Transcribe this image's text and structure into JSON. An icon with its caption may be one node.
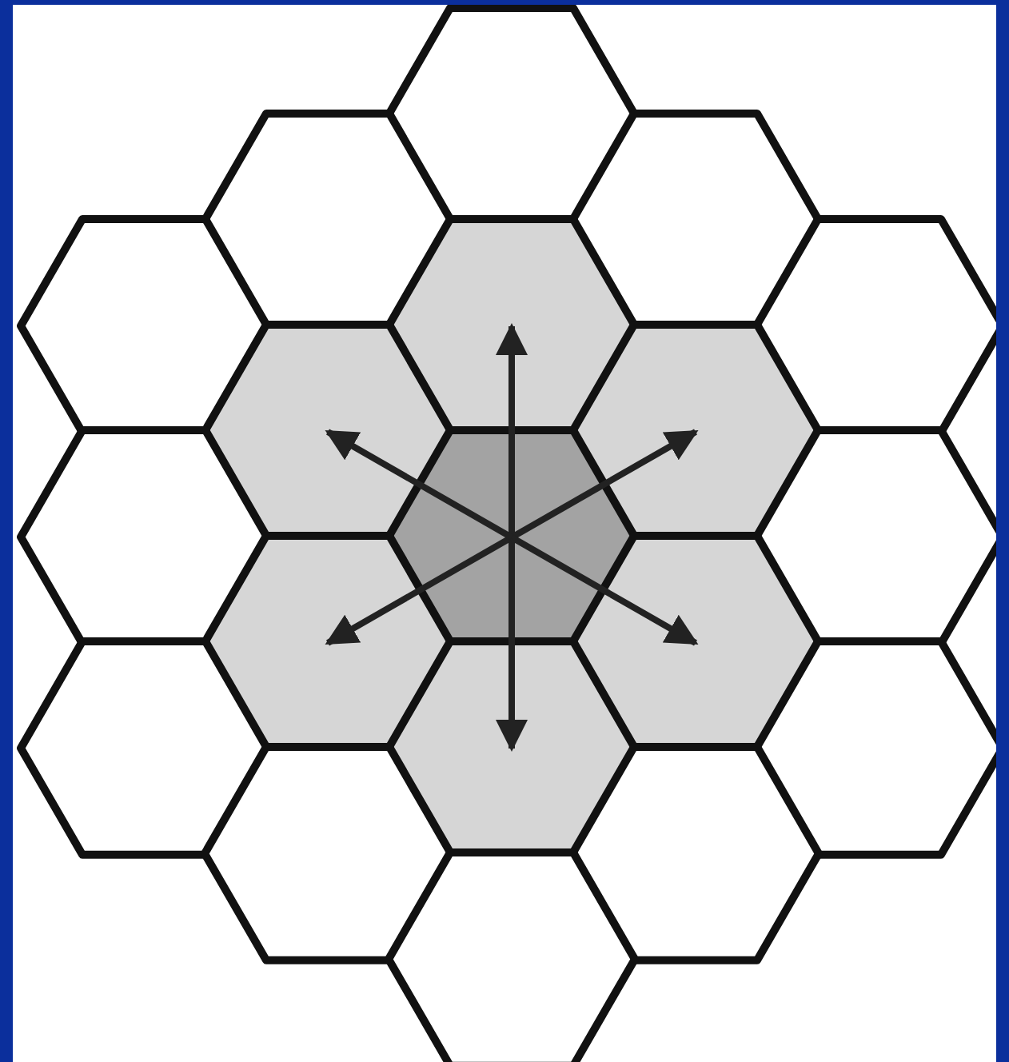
{
  "diagram": {
    "nodes": [
      {
        "text": [],
        "shape": "hexagon"
      },
      {
        "text": [],
        "shape": "hexagon"
      },
      {
        "text": [],
        "shape": "hexagon"
      },
      {
        "text": [],
        "shape": "hexagon"
      },
      {
        "text": [],
        "shape": "hexagon"
      },
      {
        "text": [],
        "shape": "hexagon"
      },
      {
        "text": [],
        "shape": "hexagon"
      },
      {
        "text": [],
        "shape": "hexagon"
      },
      {
        "text": [],
        "shape": "hexagon"
      },
      {
        "text": [],
        "shape": "hexagon"
      },
      {
        "text": [],
        "shape": "hexagon"
      },
      {
        "text": [],
        "shape": "hexagon"
      },
      {
        "text": [],
        "shape": "hexagon"
      },
      {
        "text": [],
        "shape": "hexagon"
      },
      {
        "text": [],
        "shape": "hexagon"
      },
      {
        "text": [],
        "shape": "hexagon"
      },
      {
        "text": [],
        "shape": "hexagon"
      },
      {
        "text": [],
        "shape": "hexagon"
      },
      {
        "text": [],
        "shape": "hexagon"
      }
    ],
    "edges": [
      {
        "from": 9,
        "to": 4,
        "arrow": "to"
      },
      {
        "from": 9,
        "to": 7,
        "arrow": "to"
      },
      {
        "from": 9,
        "to": 12,
        "arrow": "to"
      },
      {
        "from": 9,
        "to": 14,
        "arrow": "to"
      },
      {
        "from": 9,
        "to": 11,
        "arrow": "to"
      },
      {
        "from": 9,
        "to": 6,
        "arrow": "to"
      }
    ]
  }
}
